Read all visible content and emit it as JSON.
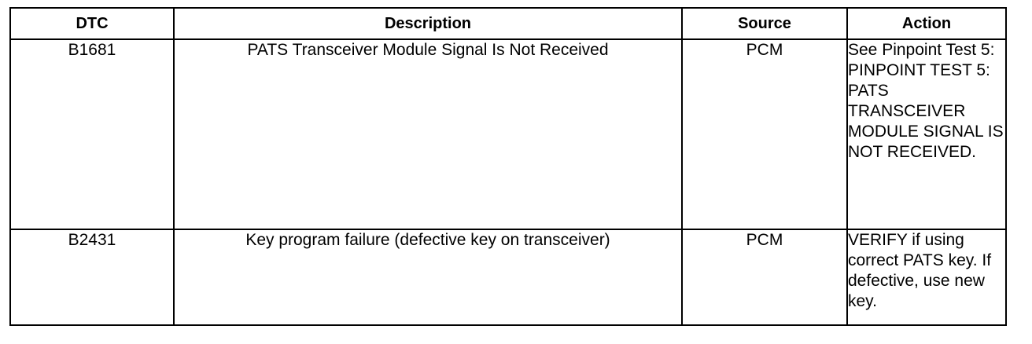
{
  "table": {
    "headers": [
      "DTC",
      "Description",
      "Source",
      "Action"
    ],
    "rows": [
      {
        "dtc": "B1681",
        "description": "PATS Transceiver Module Signal Is Not Received",
        "source": "PCM",
        "action": "See Pinpoint Test 5: PINPOINT TEST 5: PATS TRANSCEIVER MODULE SIGNAL IS NOT RECEIVED."
      },
      {
        "dtc": "B2431",
        "description": "Key program failure (defective key on transceiver)",
        "source": "PCM",
        "action": "VERIFY if using correct PATS key. If defective, use new key."
      }
    ]
  }
}
